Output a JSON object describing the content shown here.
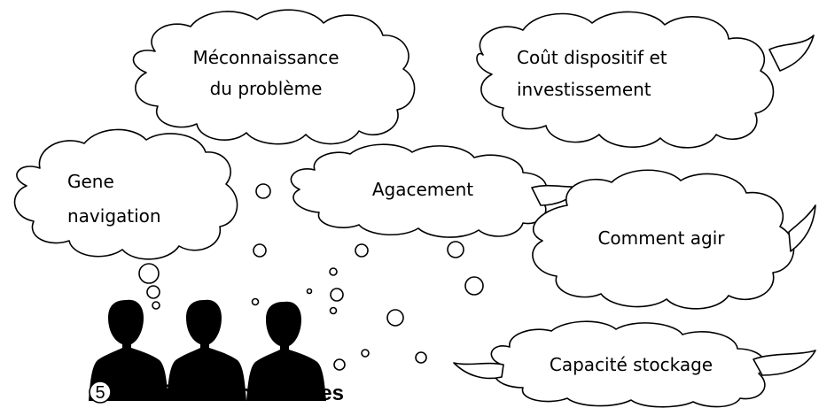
{
  "clouds": {
    "meconnaissance": {
      "line1": "Méconnaissance",
      "line2": "du problème"
    },
    "cout": {
      "line1": "Coût dispositif et",
      "line2": "investissement"
    },
    "gene": {
      "line1": "Gene",
      "line2": "navigation"
    },
    "agacement": {
      "line1": "Agacement"
    },
    "comment_agir": {
      "line1": "Comment agir"
    },
    "capacite": {
      "line1": "Capacité stockage"
    }
  },
  "title": {
    "number": "5",
    "text": "Tensions bénéficiaires"
  },
  "icons": {
    "people": "person-silhouette-icon",
    "thought": "thought-bubble-icon"
  },
  "colors": {
    "stroke": "#000000",
    "fill": "#ffffff",
    "silhouette": "#000000"
  }
}
